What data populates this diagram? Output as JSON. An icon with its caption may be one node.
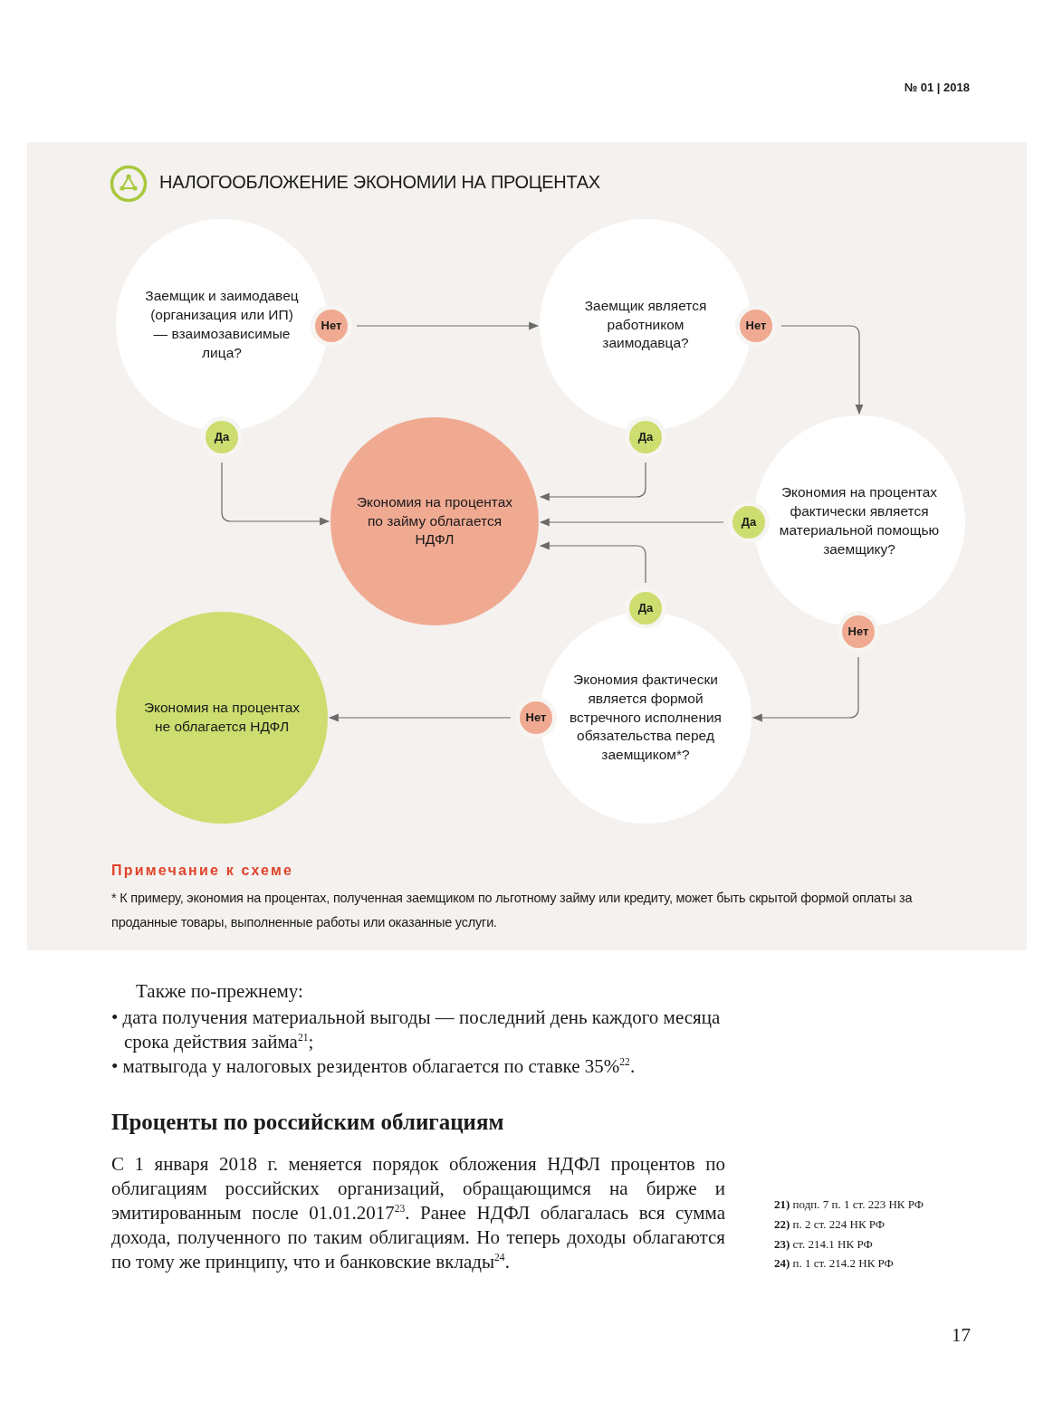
{
  "diagram": {
    "title": "НАЛОГООБЛОЖЕНИЕ ЭКОНОМИИ НА ПРОЦЕНТАХ",
    "nodes": [
      {
        "text": [
          "Заемщик и заимодавец (организация или ИП) — взаимозависимые лица?"
        ]
      },
      {
        "text": [
          "Заемщик является работником заимодавца?"
        ]
      },
      {
        "text": [
          "Экономия на процентах по займу облагается НДФЛ"
        ]
      },
      {
        "text": [
          "Экономия на процентах фактически является материальной помощью заемщику?"
        ]
      },
      {
        "text": [
          "Экономия фактически является формой встречного исполнения обязательства перед заемщиком*?"
        ]
      },
      {
        "text": [
          "Экономия на процентах не облагается НДФЛ"
        ]
      },
      {
        "text": [
          "Нет"
        ]
      },
      {
        "text": [
          "Да"
        ]
      },
      {
        "text": [
          "Нет"
        ]
      },
      {
        "text": [
          "Да"
        ]
      },
      {
        "text": [
          "Да"
        ]
      },
      {
        "text": [
          "Нет"
        ]
      },
      {
        "text": [
          "Да"
        ]
      },
      {
        "text": [
          "Нет"
        ]
      }
    ],
    "edges": [
      {
        "from": 6,
        "to": 1,
        "arrow": "to"
      },
      {
        "from": 7,
        "to": 2,
        "arrow": "to"
      },
      {
        "from": 9,
        "to": 2,
        "arrow": "to"
      },
      {
        "from": 10,
        "to": 2,
        "arrow": "to"
      },
      {
        "from": 12,
        "to": 2,
        "arrow": "to"
      },
      {
        "from": 8,
        "to": 3,
        "arrow": "to"
      },
      {
        "from": 11,
        "to": 4,
        "arrow": "to"
      },
      {
        "from": 13,
        "to": 5,
        "arrow": "to"
      }
    ],
    "labels": [
      "№ 01 | 2018",
      "Примечание к схеме",
      "* К примеру, экономия на процентах, полученная заемщиком по льготному займу или кредиту, может быть скрытой формой оплаты за проданные товары, выполненные работы или оказанные услуги.",
      "Также по-прежнему:",
      "• дата получения материальной выгоды — последний день каждого месяца срока действия займа$^{21}$;",
      "• матвыгода у налоговых резидентов облагается по ставке 35%$^{22}$.",
      "Проценты по российским облигациям",
      "С 1 января 2018 г. меняется порядок обложения НДФЛ процентов по облигациям российских организаций, обращающимся на бирже и эмитированным после 01.01.2017$^{23}$. Ранее НДФЛ облагалась вся сумма дохода, полученного по таким облигациям. Но теперь доходы облагаются по тому же принципу, что и банковские вклады$^{24}$.",
      "**21)** подп. 7 п. 1 ст. 223 НК РФ",
      "**22)** п. 2 ст. 224 НК РФ",
      "**23)** ст. 214.1 НК РФ",
      "**24)** п. 1 ст. 214.2 НК РФ",
      "17"
    ]
  }
}
